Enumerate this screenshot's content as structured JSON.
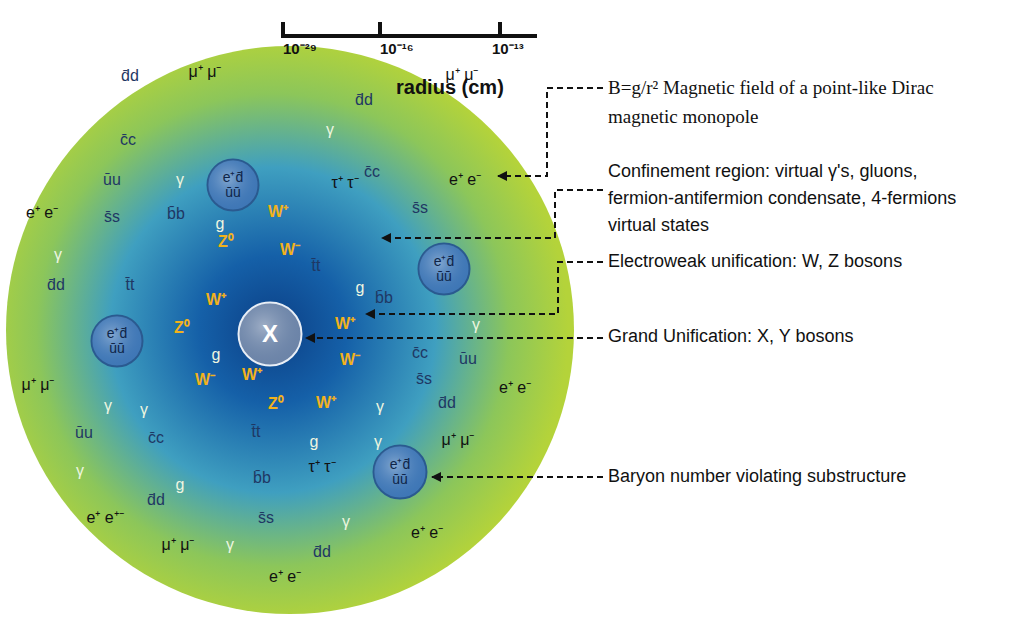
{
  "diagram": {
    "nodes": [
      {
        "text": [
          "d̄d",
          "μ⁺ μ⁻",
          "μ⁺ μ⁻",
          "d̄d",
          "c̄c",
          "γ",
          "c̄c",
          "e⁺ e⁻",
          "ūu",
          "γ",
          "τ⁺ τ⁻",
          "s̄s",
          "b̄b",
          "W⁺",
          "e⁺ e⁻",
          "s̄s",
          "g",
          "γ",
          "Z⁰",
          "W⁻",
          "t̄t",
          "d̄d",
          "t̄t",
          "g",
          "W⁺",
          "b̄b",
          "W⁺",
          "Z⁰",
          "c̄c",
          "γ",
          "ūu",
          "g",
          "W⁻",
          "s̄s",
          "μ⁺ μ⁻",
          "W⁻",
          "W⁺",
          "e⁺ e⁻",
          "Z⁰",
          "W⁺",
          "γ",
          "d̄d",
          "γ",
          "γ",
          "ūu",
          "c̄c",
          "t̄t",
          "g",
          "γ",
          "μ⁺ μ⁻",
          "τ⁺ τ⁻",
          "γ",
          "b̄b",
          "g",
          "d̄d",
          "e⁺ e⁺⁻",
          "s̄s",
          "γ",
          "e⁺ e⁻",
          "μ⁺ μ⁻",
          "γ",
          "d̄d",
          "e⁺ e⁻"
        ]
      },
      {
        "text": [
          "X"
        ],
        "in": 0
      },
      {
        "text": [
          "e⁺d̄",
          "ūū"
        ],
        "in": 0
      },
      {
        "text": [
          "e⁺d̄",
          "ūū"
        ],
        "in": 0
      },
      {
        "text": [
          "e⁺d̄",
          "ūū"
        ],
        "in": 0
      },
      {
        "text": [
          "e⁺d̄",
          "ūū"
        ],
        "in": 0
      }
    ],
    "labels": [
      "10⁻²⁹",
      "10⁻¹⁶",
      "10⁻¹³",
      "radius (cm)",
      "B=g/r² Magnetic field of a point-like Dirac magnetic monopole",
      "Confinement region: virtual γ's, gluons, fermion-antifermion condensate, 4-fermions virtual states",
      "Electroweak unification: W, Z bosons",
      "Grand Unification: X, Y bosons",
      "Baryon number violating substructure"
    ]
  }
}
